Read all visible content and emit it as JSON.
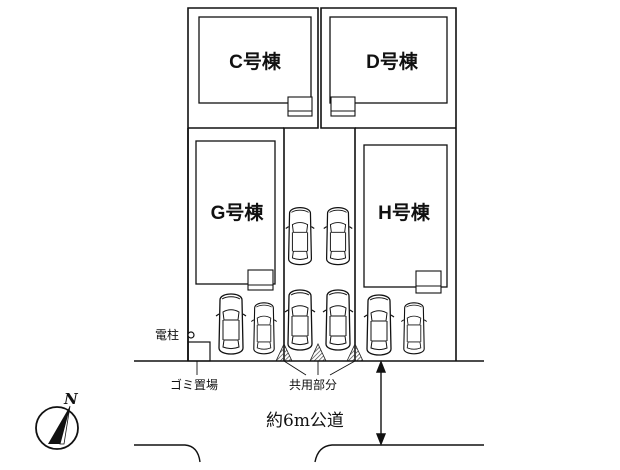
{
  "buildings": [
    {
      "id": "C",
      "label": "C号棟"
    },
    {
      "id": "D",
      "label": "D号棟"
    },
    {
      "id": "G",
      "label": "G号棟"
    },
    {
      "id": "H",
      "label": "H号棟"
    }
  ],
  "labels": {
    "pole": "電柱",
    "garbage": "ゴミ置場",
    "common": "共用部分",
    "road": "約6m公道",
    "north": "N"
  },
  "colors": {
    "line": "#111111",
    "hatch": "#555555",
    "background": "#ffffff"
  }
}
